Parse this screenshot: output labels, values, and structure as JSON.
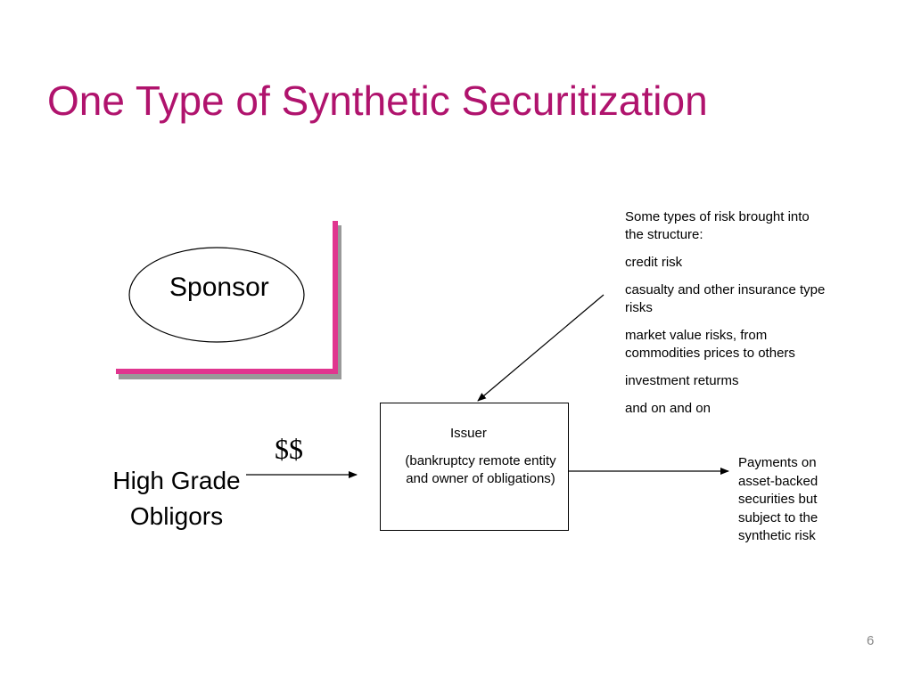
{
  "slide": {
    "title": "One Type of Synthetic Securitization",
    "page_number": "6",
    "colors": {
      "title": "#b0136d",
      "corner_accent": "#e0358f",
      "corner_shadow": "#999999"
    }
  },
  "sponsor": {
    "label": "Sponsor"
  },
  "obligors": {
    "line1": "High Grade",
    "line2": "Obligors"
  },
  "payment_flow": {
    "label": "$$"
  },
  "issuer": {
    "title": "Issuer",
    "description": "(bankruptcy remote entity and owner of obligations)"
  },
  "risks": {
    "heading": "Some types of risk brought into the structure:",
    "items": [
      "credit risk",
      "casualty and other insurance type risks",
      "market value risks, from commodities prices to others",
      "investment returms",
      "and on and on"
    ]
  },
  "payments": {
    "label": "Payments on asset-backed securities but subject to the synthetic risk"
  }
}
